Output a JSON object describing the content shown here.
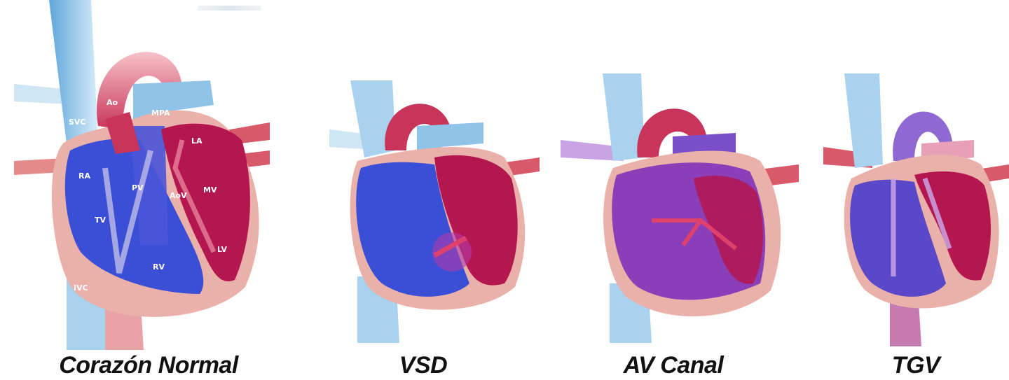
{
  "panels": [
    {
      "id": "normal",
      "caption": "Corazón Normal",
      "labels": {
        "svc": "SVC",
        "ao": "Ao",
        "mpa": "MPA",
        "la": "LA",
        "ra": "RA",
        "pv": "PV",
        "aov": "AoV",
        "mv": "MV",
        "tv": "TV",
        "lv": "LV",
        "rv": "RV",
        "ivc": "IVC"
      }
    },
    {
      "id": "vsd",
      "caption": "VSD"
    },
    {
      "id": "avcanal",
      "caption": "AV Canal"
    },
    {
      "id": "tgv",
      "caption": "TGV"
    }
  ],
  "colors": {
    "deoxygenated": "#3b4fd6",
    "oxygenated": "#b4164f",
    "mixed": "#8a3fb8",
    "vessel_blue": "#8ec3e6",
    "pericardium": "#e8a7a2",
    "aorta": "#c8345a"
  }
}
